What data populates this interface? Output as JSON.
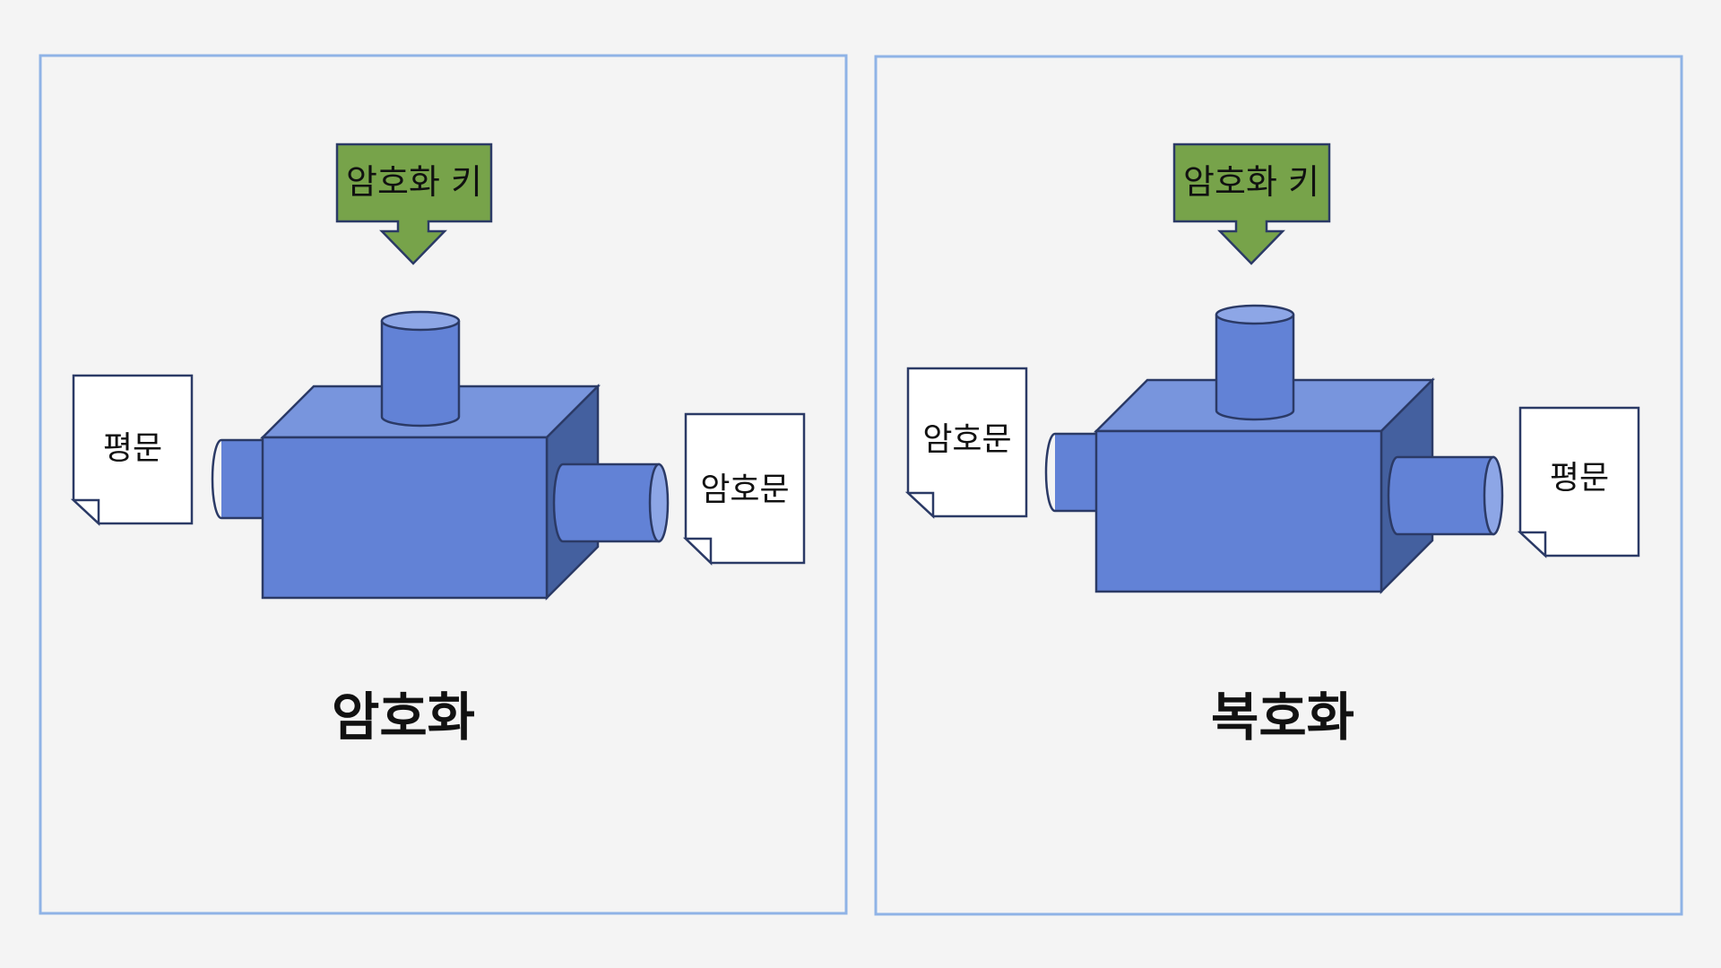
{
  "colors": {
    "background": "#f4f4f4",
    "panel_border": "#8fb3e6",
    "machine_front": "#6282d6",
    "machine_top": "#7895dd",
    "machine_side": "#44609f",
    "pipe_end": "#8da6e6",
    "outline": "#2b3a66",
    "key_box": "#77a34a",
    "document": "#ffffff"
  },
  "panels": [
    {
      "caption": "암호화",
      "key_label": "암호화 키",
      "input_doc": "평문",
      "output_doc": "암호문"
    },
    {
      "caption": "복호화",
      "key_label": "암호화 키",
      "input_doc": "암호문",
      "output_doc": "평문"
    }
  ]
}
